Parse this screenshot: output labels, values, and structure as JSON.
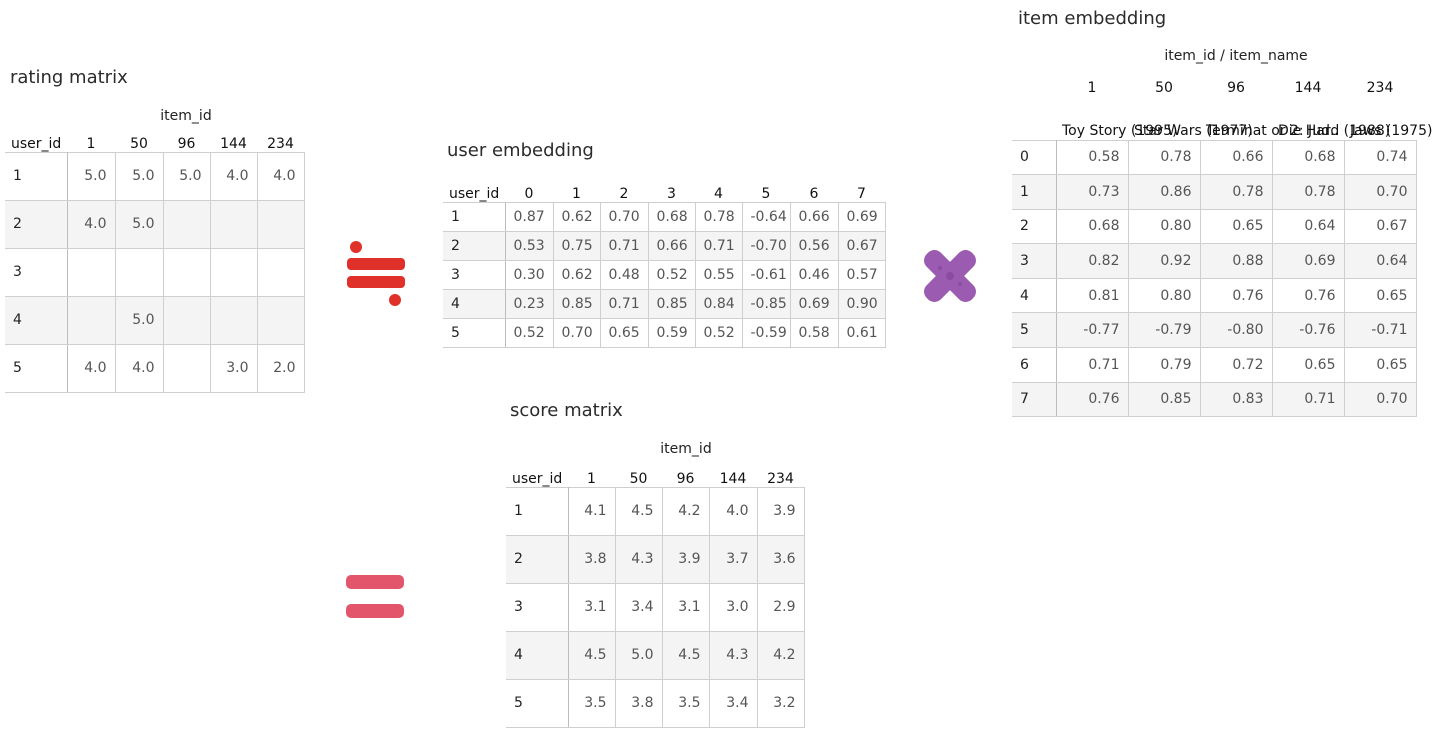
{
  "rating": {
    "title": "rating matrix",
    "col_axis_label": "item_id",
    "row_axis_label": "user_id",
    "columns": [
      "1",
      "50",
      "96",
      "144",
      "234"
    ],
    "rows": [
      {
        "label": "1",
        "values": [
          "5.0",
          "5.0",
          "5.0",
          "4.0",
          "4.0"
        ]
      },
      {
        "label": "2",
        "values": [
          "4.0",
          "5.0",
          "",
          "",
          ""
        ]
      },
      {
        "label": "3",
        "values": [
          "",
          "",
          "",
          "",
          ""
        ]
      },
      {
        "label": "4",
        "values": [
          "",
          "5.0",
          "",
          "",
          ""
        ]
      },
      {
        "label": "5",
        "values": [
          "4.0",
          "4.0",
          "",
          "3.0",
          "2.0"
        ]
      }
    ]
  },
  "user_embedding": {
    "title": "user embedding",
    "row_axis_label": "user_id",
    "columns": [
      "0",
      "1",
      "2",
      "3",
      "4",
      "5",
      "6",
      "7"
    ],
    "rows": [
      {
        "label": "1",
        "values": [
          "0.87",
          "0.62",
          "0.70",
          "0.68",
          "0.78",
          "-0.64",
          "0.66",
          "0.69"
        ]
      },
      {
        "label": "2",
        "values": [
          "0.53",
          "0.75",
          "0.71",
          "0.66",
          "0.71",
          "-0.70",
          "0.56",
          "0.67"
        ]
      },
      {
        "label": "3",
        "values": [
          "0.30",
          "0.62",
          "0.48",
          "0.52",
          "0.55",
          "-0.61",
          "0.46",
          "0.57"
        ]
      },
      {
        "label": "4",
        "values": [
          "0.23",
          "0.85",
          "0.71",
          "0.85",
          "0.84",
          "-0.85",
          "0.69",
          "0.90"
        ]
      },
      {
        "label": "5",
        "values": [
          "0.52",
          "0.70",
          "0.65",
          "0.59",
          "0.52",
          "-0.59",
          "0.58",
          "0.61"
        ]
      }
    ]
  },
  "item_embedding": {
    "title": "item embedding",
    "col_axis_label": "item_id / item_name",
    "columns": [
      "1",
      "50",
      "96",
      "144",
      "234"
    ],
    "item_names": [
      "Toy Story (1995)",
      "Star Wars (1977)",
      "Terminat or 2: Jud..",
      "Die Hard (1988)",
      "Jaws (1975)"
    ],
    "rows": [
      {
        "label": "0",
        "values": [
          "0.58",
          "0.78",
          "0.66",
          "0.68",
          "0.74"
        ]
      },
      {
        "label": "1",
        "values": [
          "0.73",
          "0.86",
          "0.78",
          "0.78",
          "0.70"
        ]
      },
      {
        "label": "2",
        "values": [
          "0.68",
          "0.80",
          "0.65",
          "0.64",
          "0.67"
        ]
      },
      {
        "label": "3",
        "values": [
          "0.82",
          "0.92",
          "0.88",
          "0.69",
          "0.64"
        ]
      },
      {
        "label": "4",
        "values": [
          "0.81",
          "0.80",
          "0.76",
          "0.76",
          "0.65"
        ]
      },
      {
        "label": "5",
        "values": [
          "-0.77",
          "-0.79",
          "-0.80",
          "-0.76",
          "-0.71"
        ]
      },
      {
        "label": "6",
        "values": [
          "0.71",
          "0.79",
          "0.72",
          "0.65",
          "0.65"
        ]
      },
      {
        "label": "7",
        "values": [
          "0.76",
          "0.85",
          "0.83",
          "0.71",
          "0.70"
        ]
      }
    ]
  },
  "score": {
    "title": "score matrix",
    "col_axis_label": "item_id",
    "row_axis_label": "user_id",
    "columns": [
      "1",
      "50",
      "96",
      "144",
      "234"
    ],
    "rows": [
      {
        "label": "1",
        "values": [
          "4.1",
          "4.5",
          "4.2",
          "4.0",
          "3.9"
        ]
      },
      {
        "label": "2",
        "values": [
          "3.8",
          "4.3",
          "3.9",
          "3.7",
          "3.6"
        ]
      },
      {
        "label": "3",
        "values": [
          "3.1",
          "3.4",
          "3.1",
          "3.0",
          "2.9"
        ]
      },
      {
        "label": "4",
        "values": [
          "4.5",
          "5.0",
          "4.5",
          "4.3",
          "4.2"
        ]
      },
      {
        "label": "5",
        "values": [
          "3.5",
          "3.8",
          "3.5",
          "3.4",
          "3.2"
        ]
      }
    ]
  },
  "operators": {
    "approx": {
      "icon": "approximately-equal-icon",
      "color": "#e0302a"
    },
    "multiply": {
      "icon": "multiply-icon",
      "color": "#9b5bb0"
    },
    "equals": {
      "icon": "equals-icon",
      "color": "#e2556b"
    }
  }
}
